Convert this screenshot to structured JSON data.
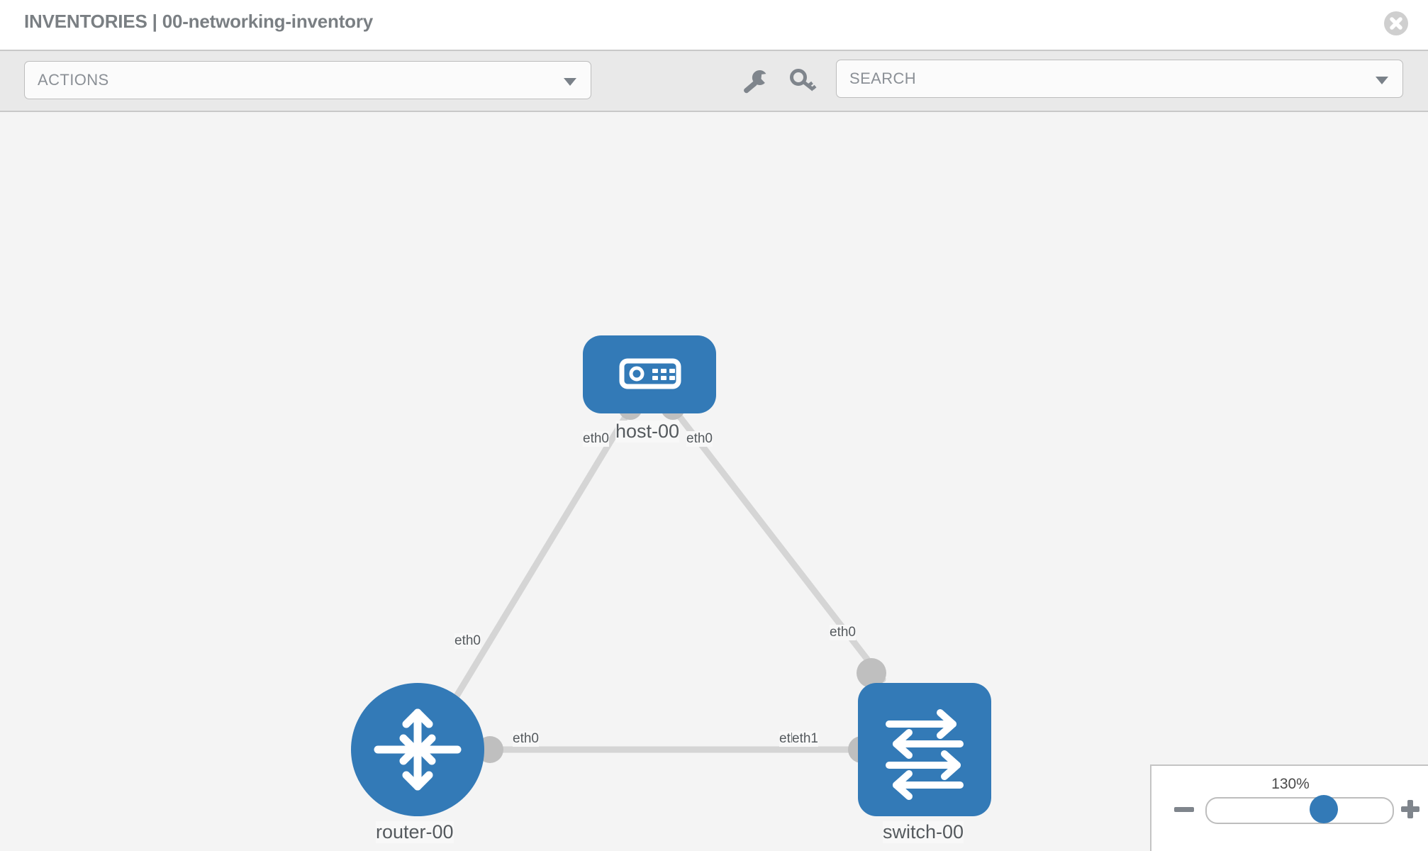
{
  "header": {
    "title": "INVENTORIES | 00-networking-inventory",
    "close_icon": "close-icon"
  },
  "toolbar": {
    "actions_label": "ACTIONS",
    "actions_caret": "chevron-down-icon",
    "wrench_icon": "wrench-icon",
    "key_icon": "key-icon",
    "search_placeholder": "SEARCH",
    "search_caret": "chevron-down-icon"
  },
  "topology": {
    "nodes": [
      {
        "id": "host-00",
        "label": "host-00",
        "type": "host",
        "icon": "server-icon",
        "shape": "rounded-rect"
      },
      {
        "id": "router-00",
        "label": "router-00",
        "type": "router",
        "icon": "router-icon",
        "shape": "circle"
      },
      {
        "id": "switch-00",
        "label": "switch-00",
        "type": "switch",
        "icon": "switch-icon",
        "shape": "rounded-rect"
      }
    ],
    "links": [
      {
        "from": "host-00",
        "from_if": "eth0",
        "to": "router-00",
        "to_if": "eth0"
      },
      {
        "from": "host-00",
        "from_if": "eth0",
        "to": "switch-00",
        "to_if": "eth0"
      },
      {
        "from": "router-00",
        "from_if": "eth0",
        "to": "switch-00",
        "to_if": "eth1"
      }
    ],
    "interface_labels": {
      "host_left": "eth0",
      "host_right": "eth0",
      "router_up": "eth0",
      "switch_up": "eth0",
      "router_right": "eth0",
      "switch_left_overlap": "eth",
      "switch_left": "eth1"
    },
    "node_color": "#337ab7",
    "link_color": "#d5d5d5",
    "endpoint_color": "#bfbfbf"
  },
  "zoom_panel": {
    "level": "130%",
    "minus_label": "minus-icon",
    "plus_label": "plus-icon",
    "slider_percent": 60
  }
}
